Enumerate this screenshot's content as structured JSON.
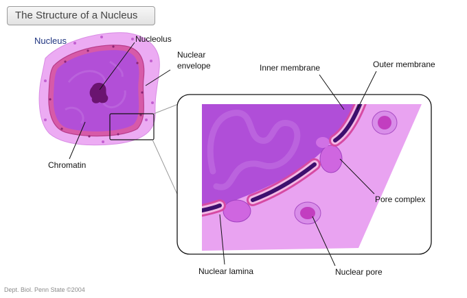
{
  "title": "The Structure of a Nucleus",
  "credit": "Dept. Biol. Penn State ©2004",
  "labels": {
    "nucleus": "Nucleus",
    "nucleolus": "Nucleolus",
    "nuclear_envelope_1": "Nuclear",
    "nuclear_envelope_2": "envelope",
    "chromatin": "Chromatin",
    "inner_membrane": "Inner membrane",
    "outer_membrane": "Outer membrane",
    "pore_complex": "Pore complex",
    "nuclear_lamina": "Nuclear lamina",
    "nuclear_pore": "Nuclear pore"
  },
  "colors": {
    "cytoplasm": "#e9a3f1",
    "nucleoplasm": "#b04ed8",
    "membrane": "#d64aa3",
    "lamina": "#3d0f6e",
    "nucleolus": "#6a1470"
  }
}
